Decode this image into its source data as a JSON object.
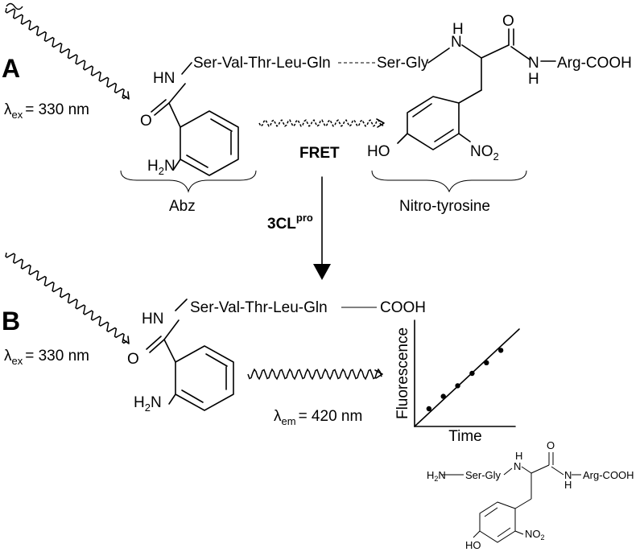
{
  "panel_a": {
    "label": "A",
    "excitation": {
      "lambda": "λ",
      "sub": "ex",
      "value": "= 330 nm"
    },
    "peptide_left": "Ser-Val-Thr-Leu-Gln",
    "peptide_right": "Ser-Gly",
    "c_terminus": "Arg-COOH",
    "nh_amide": "HN",
    "o_label": "O",
    "h2n": {
      "h": "H",
      "two": "2",
      "n": "N"
    },
    "nh_top": "N",
    "nh_top_h": "H",
    "carbonyl_o": "O",
    "n_h": "N",
    "h_below": "H",
    "ho": "HO",
    "no2": {
      "no": "NO",
      "two": "2"
    },
    "fret_label": "FRET",
    "abz_label": "Abz",
    "nitrotyrosine_label": "Nitro-tyrosine"
  },
  "enzyme": {
    "name": "3CL",
    "sup": "pro"
  },
  "panel_b": {
    "label": "B",
    "excitation": {
      "lambda": "λ",
      "sub": "ex",
      "value": "= 330 nm"
    },
    "emission": {
      "lambda": "λ",
      "sub": "em",
      "value": "= 420 nm"
    },
    "peptide": "Ser-Val-Thr-Leu-Gln",
    "c_terminus": "COOH",
    "nh_amide": "HN",
    "o_label": "O",
    "h2n": {
      "h": "H",
      "two": "2",
      "n": "N"
    }
  },
  "product_fragment": {
    "h2n": "H",
    "two": "2",
    "n": "N",
    "ser_gly": "Ser-Gly",
    "nh_n": "N",
    "nh_h": "H",
    "o": "O",
    "amide_n": "N",
    "amide_h": "H",
    "arg": "Arg-COOH",
    "ho": "HO",
    "no": "NO",
    "no2_sub": "2"
  },
  "chart_data": {
    "type": "scatter",
    "xlabel": "Time",
    "ylabel": "Fluorescence",
    "x": [
      1,
      2,
      3,
      4,
      5,
      6
    ],
    "y": [
      1,
      1.7,
      2.3,
      3.0,
      3.6,
      4.3
    ],
    "trend": "linear",
    "xlim": [
      0,
      7
    ],
    "ylim": [
      0,
      6
    ]
  }
}
